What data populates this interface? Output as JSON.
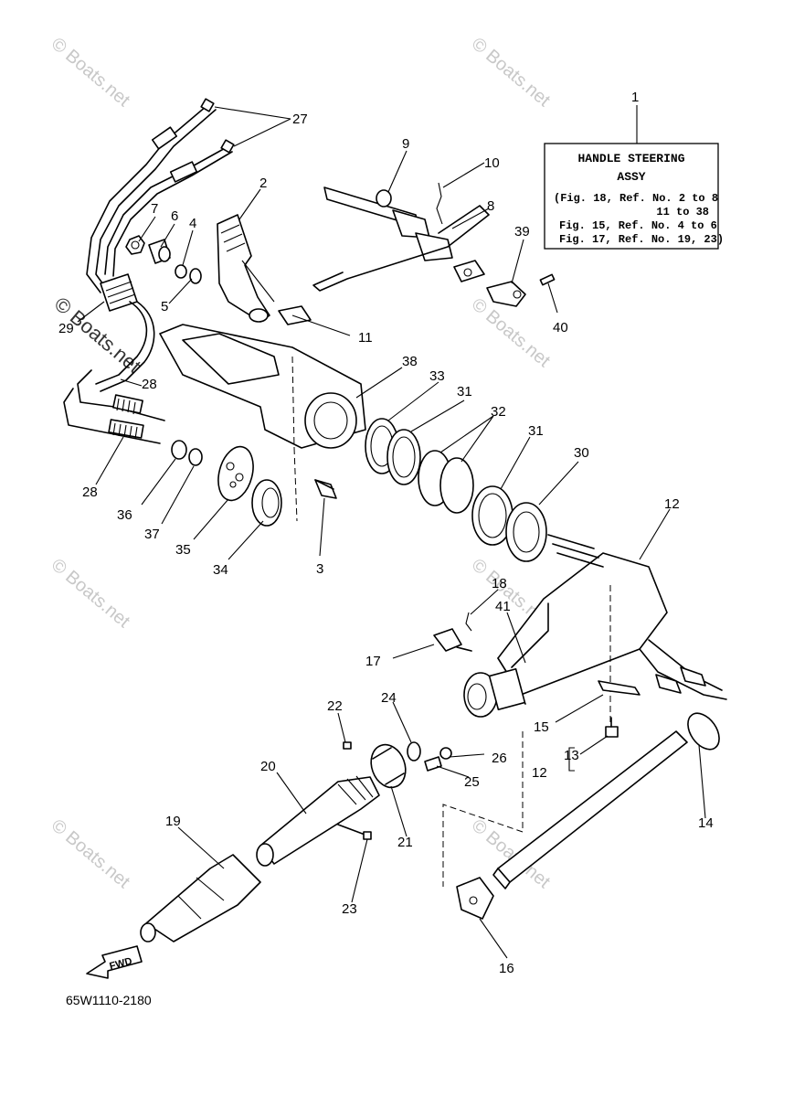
{
  "watermark": "© Boats.net",
  "diagram_code": "65W1110-2180",
  "info_box": {
    "ref_number": "1",
    "title_line1": "HANDLE STEERING",
    "title_line2": "ASSY",
    "ref_lines": [
      "(Fig. 18, Ref. No. 2 to 8",
      "11 to 38",
      "Fig. 15, Ref. No. 4 to 6",
      "Fig. 17, Ref. No. 19, 23)"
    ]
  },
  "fwd_label": "FWD",
  "callouts": [
    "27",
    "9",
    "10",
    "8",
    "39",
    "40",
    "2",
    "7",
    "6",
    "4",
    "5",
    "29",
    "11",
    "38",
    "33",
    "31",
    "32",
    "31",
    "30",
    "28",
    "28",
    "36",
    "37",
    "35",
    "34",
    "3",
    "12",
    "18",
    "41",
    "17",
    "15",
    "13",
    "12",
    "22",
    "24",
    "26",
    "25",
    "20",
    "21",
    "14",
    "19",
    "23",
    "16"
  ]
}
